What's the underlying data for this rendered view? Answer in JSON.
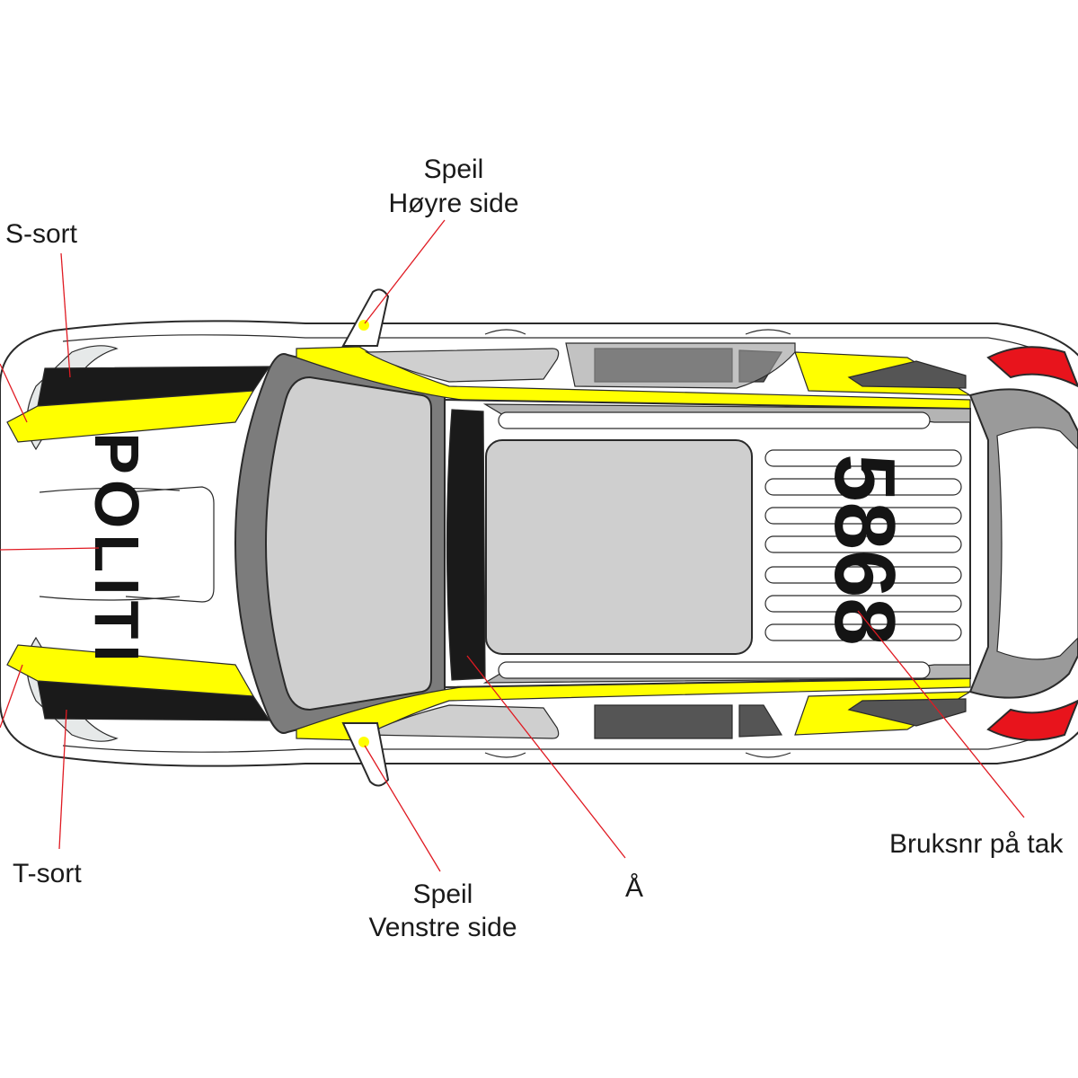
{
  "labels": {
    "mirror_right_line1": "Speil",
    "mirror_right_line2": "Høyre side",
    "mirror_left_line1": "Speil",
    "mirror_left_line2": "Venstre side",
    "s_sort": "S-sort",
    "t_sort": "T-sort",
    "a_label": "Å",
    "roof_number_caption": "Bruksnr på tak"
  },
  "hood_text": "POLITI",
  "roof_number": "5868",
  "colors": {
    "yellow": "#ffff00",
    "black": "#1a1a1a",
    "grey_dark": "#7c7c7c",
    "grey_mid": "#9a9a9a",
    "glass": "#cfcfcf",
    "red": "#e8141c",
    "leader": "#e01a22"
  }
}
